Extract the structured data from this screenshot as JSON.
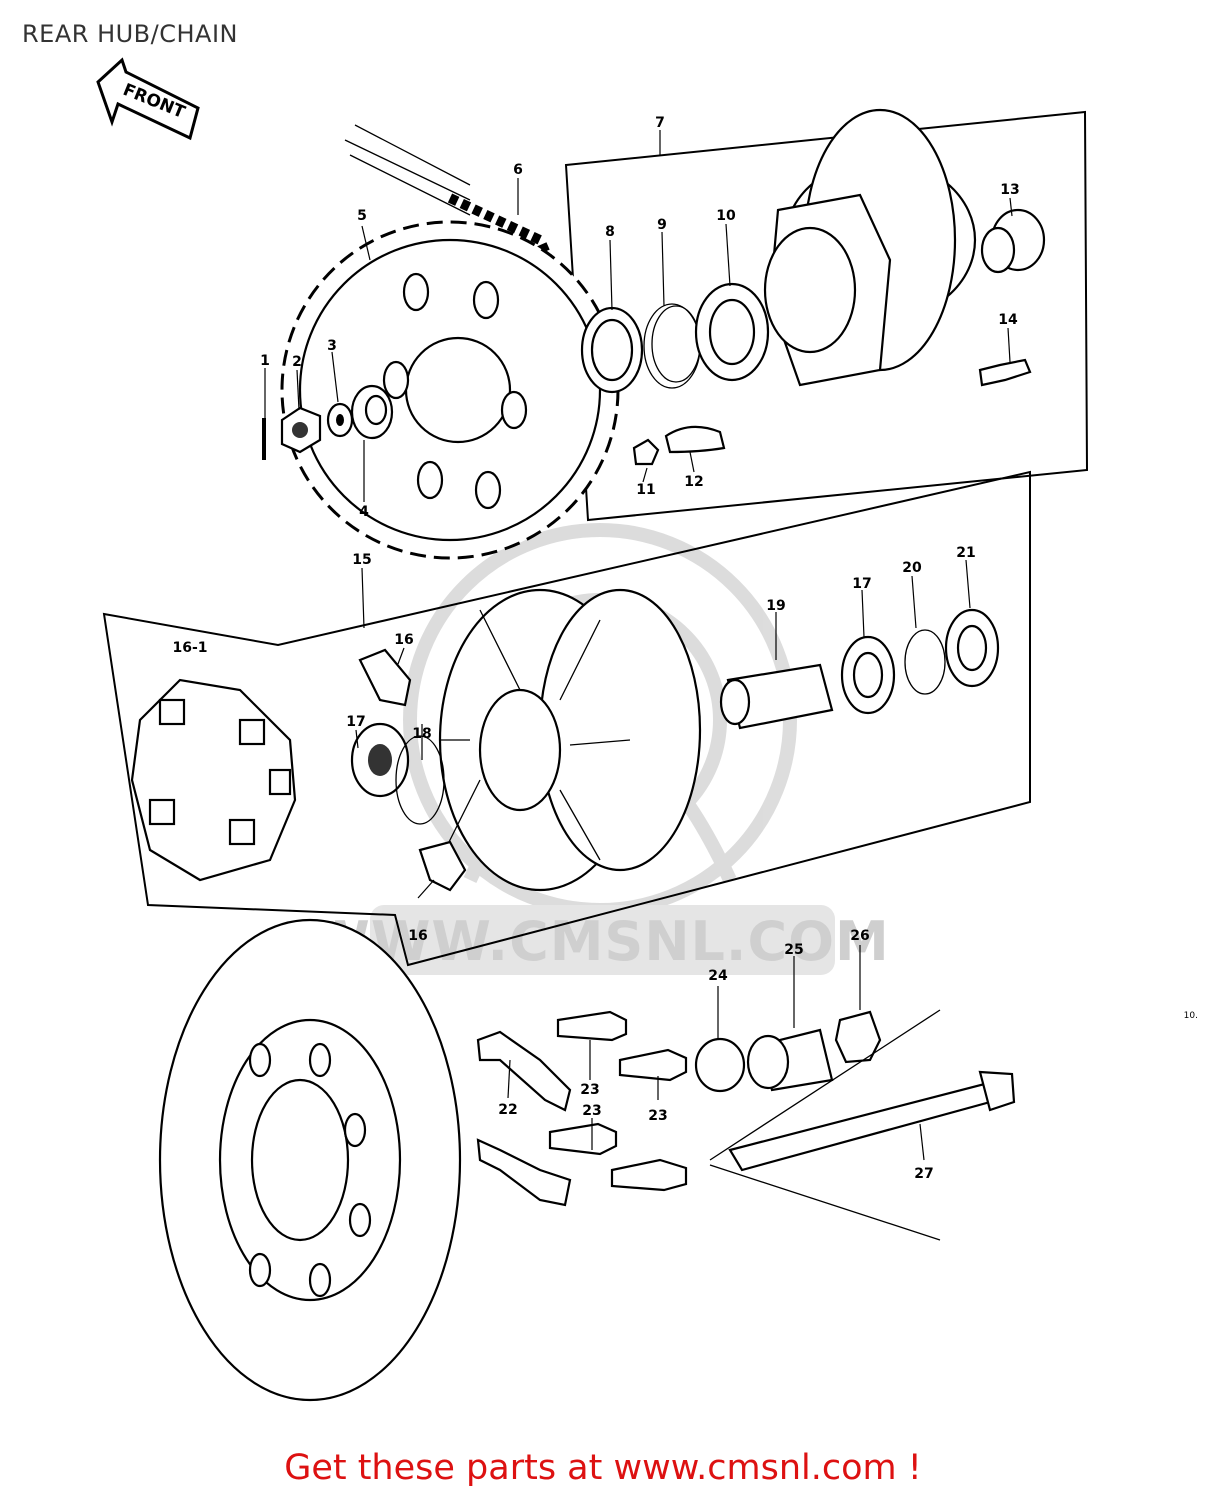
{
  "page": {
    "title": "REAR HUB/CHAIN"
  },
  "diagram": {
    "front_arrow_label": "FRONT",
    "watermark": "WWW.CMSNL.COM",
    "corner_code": "10.",
    "callouts": [
      {
        "id": "c1",
        "text": "1"
      },
      {
        "id": "c2",
        "text": "2"
      },
      {
        "id": "c3",
        "text": "3"
      },
      {
        "id": "c4",
        "text": "4"
      },
      {
        "id": "c5",
        "text": "5"
      },
      {
        "id": "c6",
        "text": "6"
      },
      {
        "id": "c7",
        "text": "7"
      },
      {
        "id": "c8",
        "text": "8"
      },
      {
        "id": "c9",
        "text": "9"
      },
      {
        "id": "c10",
        "text": "10"
      },
      {
        "id": "c11",
        "text": "11"
      },
      {
        "id": "c12",
        "text": "12"
      },
      {
        "id": "c13",
        "text": "13"
      },
      {
        "id": "c14",
        "text": "14"
      },
      {
        "id": "c15",
        "text": "15"
      },
      {
        "id": "c16-1",
        "text": "16-1"
      },
      {
        "id": "c16a",
        "text": "16"
      },
      {
        "id": "c16b",
        "text": "16"
      },
      {
        "id": "c17a",
        "text": "17"
      },
      {
        "id": "c17b",
        "text": "17"
      },
      {
        "id": "c18",
        "text": "18"
      },
      {
        "id": "c19",
        "text": "19"
      },
      {
        "id": "c20",
        "text": "20"
      },
      {
        "id": "c21",
        "text": "21"
      },
      {
        "id": "c22",
        "text": "22"
      },
      {
        "id": "c23a",
        "text": "23"
      },
      {
        "id": "c23b",
        "text": "23"
      },
      {
        "id": "c23c",
        "text": "23"
      },
      {
        "id": "c24",
        "text": "24"
      },
      {
        "id": "c25",
        "text": "25"
      },
      {
        "id": "c26",
        "text": "26"
      },
      {
        "id": "c27",
        "text": "27"
      }
    ]
  },
  "footer": {
    "text": "Get these parts at www.cmsnl.com !"
  }
}
